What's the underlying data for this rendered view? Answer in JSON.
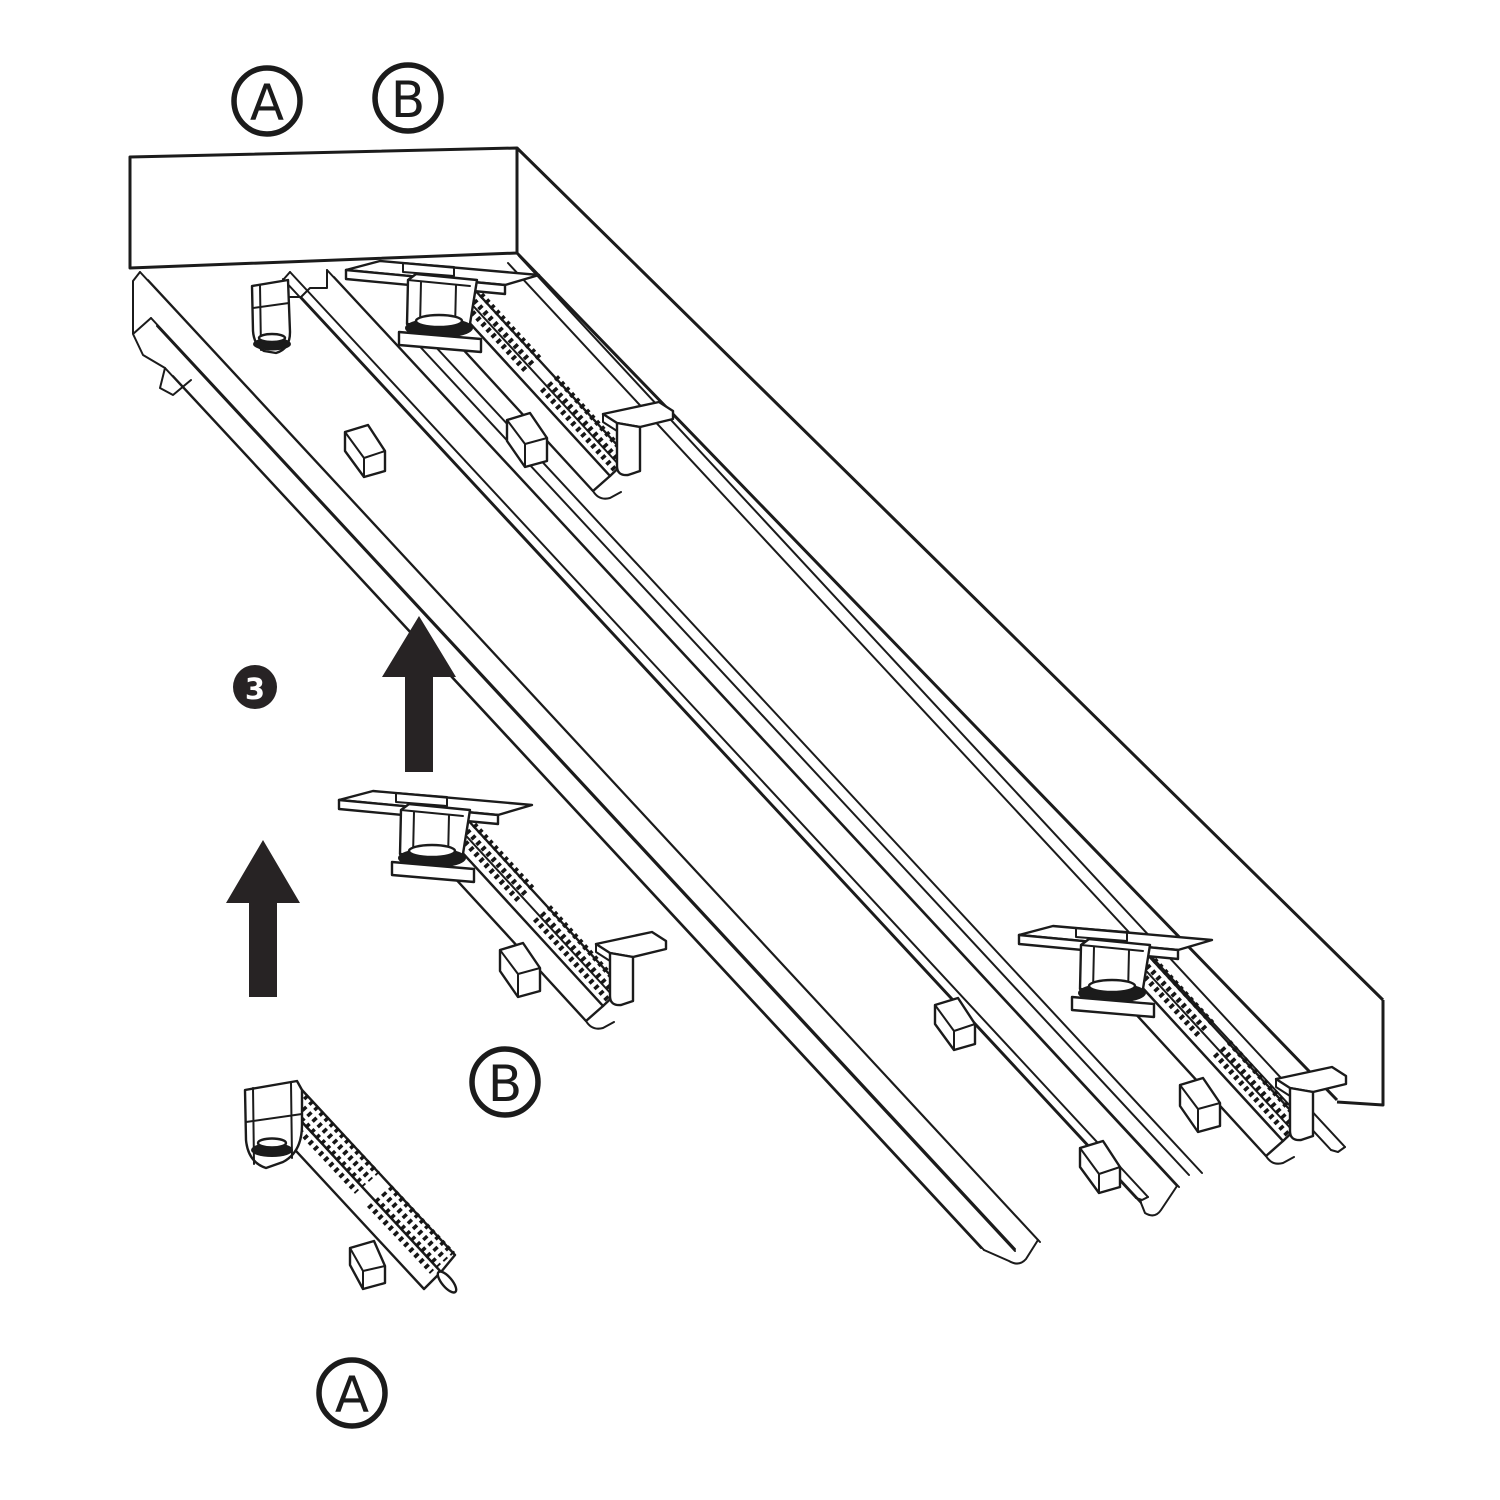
{
  "diagram": {
    "type": "assembly-instruction-step",
    "step_badge": "3",
    "callouts": {
      "top_a": "A",
      "top_b": "B",
      "mid_b": "B",
      "bottom_a": "A"
    },
    "arrows": {
      "count": 2,
      "direction": "up",
      "icon": "up-arrow-icon"
    },
    "parts": {
      "board": "mounting panel board",
      "rails": "three parallel mounting rails under board",
      "part_a": "end connector clip A",
      "part_b": "track connector clip B"
    },
    "colors": {
      "line": "#1b1b1b",
      "arrow": "#272324",
      "badge": "#272324",
      "background": "#ffffff"
    }
  }
}
